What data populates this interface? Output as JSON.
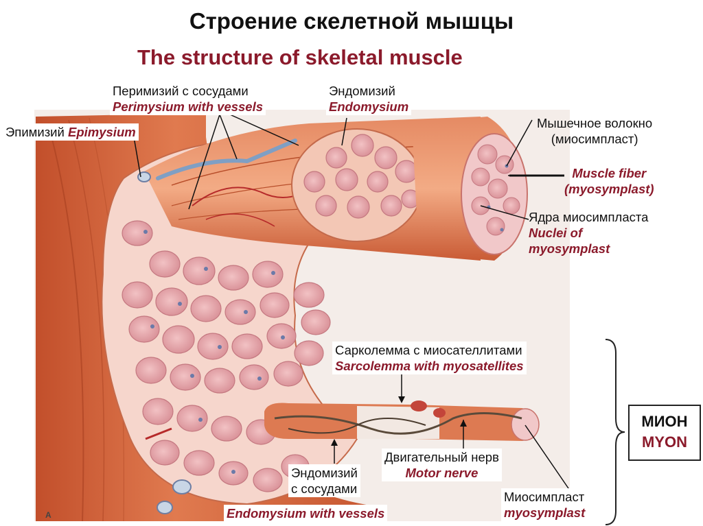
{
  "title_ru": "Строение скелетной мышцы",
  "title_en": "The structure of skeletal muscle",
  "labels": {
    "perimysium_ru": "Перимизий с сосудами",
    "perimysium_en": "Perimysium with vessels",
    "endomysium_ru": "Эндомизий",
    "endomysium_en": "Endomysium",
    "epimysium_ru": "Эпимизий",
    "epimysium_en": "Epimysium",
    "fiber_ru_1": "Мышечное волокно",
    "fiber_ru_2": "(миосимпласт)",
    "fiber_en_1": "Muscle fiber",
    "fiber_en_2": "(myosymplast)",
    "nuclei_ru": "Ядра миосимпласта",
    "nuclei_en_1": "Nuclei of",
    "nuclei_en_2": "myosymplast",
    "sarcolemma_ru": "Сарколемма с миосателлитами",
    "sarcolemma_en": "Sarcolemma with myosatellites",
    "motor_ru": "Двигательный нерв",
    "motor_en": "Motor nerve",
    "endo_vessels_ru_1": "Эндомизий",
    "endo_vessels_ru_2": "с сосудами",
    "endo_vessels_en": "Endomysium with vessels",
    "myosymplast_ru": "Миосимпласт",
    "myosymplast_en": "myosymplast",
    "corner_letter": "A"
  },
  "myon": {
    "ru": "МИОН",
    "en": "MYON"
  },
  "colors": {
    "accent": "#8b1a2b",
    "muscle": "#d9683f",
    "fiber": "#e9a9ad",
    "nucleus": "#6b7aa8"
  }
}
